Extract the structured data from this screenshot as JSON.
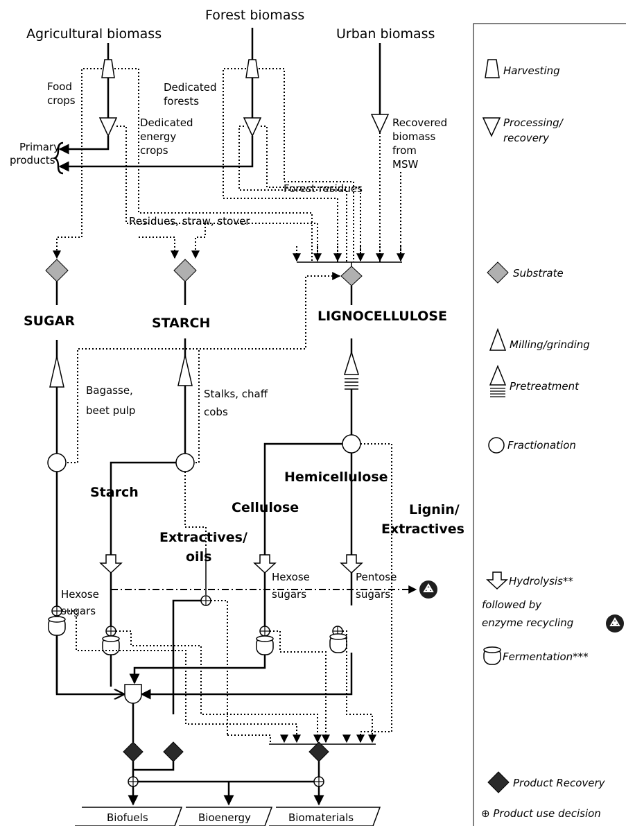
{
  "sources": {
    "agricultural": "Agricultural biomass",
    "forest": "Forest biomass",
    "urban": "Urban biomass"
  },
  "labels": {
    "food_crops_1": "Food",
    "food_crops_2": "crops",
    "dedicated_forests_1": "Dedicated",
    "dedicated_forests_2": "forests",
    "dedicated_energy_1": "Dedicated",
    "dedicated_energy_2": "energy",
    "dedicated_energy_3": "crops",
    "recovered_1": "Recovered",
    "recovered_2": "biomass",
    "recovered_3": "from",
    "recovered_4": "MSW",
    "primary_1": "Primary",
    "primary_2": "products",
    "forest_residues": "Forest residues",
    "residues_straw": "Residues, straw, stover",
    "bagasse_1": "Bagasse,",
    "bagasse_2": "beet pulp",
    "stalks_1": "Stalks, chaff",
    "stalks_2": "cobs",
    "hexose_left_1": "Hexose",
    "hexose_left_2": "sugars",
    "hexose_mid_1": "Hexose",
    "hexose_mid_2": "sugars",
    "pentose_1": "Pentose",
    "pentose_2": "sugars"
  },
  "substrates": {
    "sugar": "SUGAR",
    "starch": "STARCH",
    "lignocellulose": "LIGNOCELLULOSE"
  },
  "fractions": {
    "starch": "Starch",
    "extractives_1": "Extractives/",
    "extractives_2": "oils",
    "cellulose": "Cellulose",
    "hemicellulose": "Hemicellulose",
    "lignin_1": "Lignin/",
    "lignin_2": "Extractives"
  },
  "products": {
    "biofuels": "Biofuels",
    "bioenergy": "Bioenergy",
    "biomaterials": "Biomaterials"
  },
  "legend": {
    "harvesting": "Harvesting",
    "processing_1": "Processing/",
    "processing_2": "recovery",
    "substrate": "Substrate",
    "milling": "Milling/grinding",
    "pretreatment": "Pretreatment",
    "fractionation": "Fractionation",
    "hydrolysis": "Hydrolysis**",
    "followed_by": "followed by",
    "enzyme_recycling": "enzyme recycling",
    "fermentation": "Fermentation***",
    "product_recovery": "Product Recovery",
    "product_use": "⊕ Product use decision"
  }
}
